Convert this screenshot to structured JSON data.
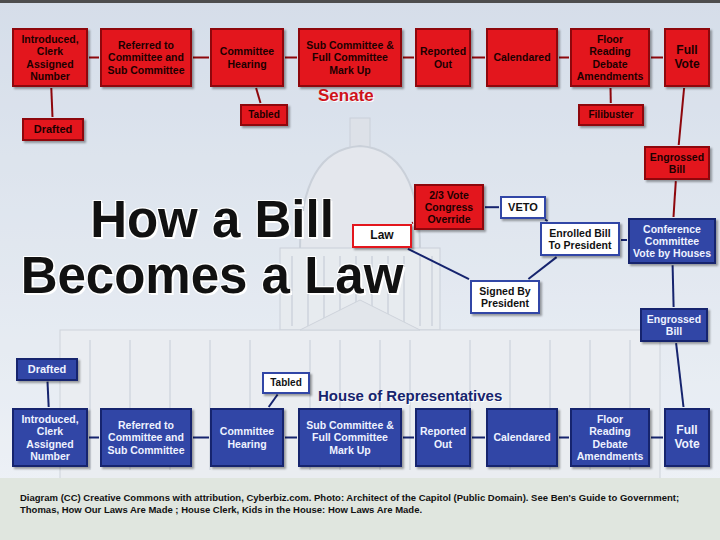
{
  "diagram": {
    "title": "How a Bill Becomes a Law",
    "caption": "Diagram (CC) Creative Commons with attribution, Cyberbiz.com. Photo: Architect of the Capitol (Public Domain). See Ben's Guide to Government; Thomas, How Our Laws Are Made ; House Clerk, Kids in the House: How Laws Are Made.",
    "nodes": [
      {
        "text": [
          "Introduced, Clerk Assigned Number"
        ]
      },
      {
        "text": [
          "Referred to Committee and Sub Committee"
        ]
      },
      {
        "text": [
          "Committee Hearing"
        ]
      },
      {
        "text": [
          "Sub Committee & Full Committee Mark Up"
        ]
      },
      {
        "text": [
          "Reported Out"
        ]
      },
      {
        "text": [
          "Calendared"
        ]
      },
      {
        "text": [
          "Floor Reading Debate Amendments"
        ]
      },
      {
        "text": [
          "Full Vote"
        ]
      },
      {
        "text": [
          "Tabled"
        ]
      },
      {
        "text": [
          "Drafted"
        ]
      },
      {
        "text": [
          "Filibuster"
        ]
      },
      {
        "text": [
          "Engrossed Bill"
        ]
      },
      {
        "text": [
          "2/3 Vote Congress Override"
        ]
      },
      {
        "text": [
          "VETO"
        ]
      },
      {
        "text": [
          "Law"
        ]
      },
      {
        "text": [
          "Enrolled Bill To President"
        ]
      },
      {
        "text": [
          "Conference Committee Vote by Houses"
        ]
      },
      {
        "text": [
          "Signed By President"
        ]
      },
      {
        "text": [
          "Engrossed Bill"
        ]
      },
      {
        "text": [
          "Drafted"
        ]
      },
      {
        "text": [
          "Tabled"
        ]
      },
      {
        "text": [
          "Introduced, Clerk Assigned Number"
        ]
      },
      {
        "text": [
          "Referred to Committee and Sub Committee"
        ]
      },
      {
        "text": [
          "Committee Hearing"
        ]
      },
      {
        "text": [
          "Sub Committee & Full Committee Mark Up"
        ]
      },
      {
        "text": [
          "Reported Out"
        ]
      },
      {
        "text": [
          "Calendared"
        ]
      },
      {
        "text": [
          "Floor Reading Debate Amendments"
        ]
      },
      {
        "text": [
          "Full Vote"
        ]
      }
    ],
    "edges": [
      {
        "from": 9,
        "to": 0,
        "arrow": "none"
      },
      {
        "from": 0,
        "to": 1,
        "arrow": "none"
      },
      {
        "from": 1,
        "to": 2,
        "arrow": "none"
      },
      {
        "from": 2,
        "to": 3,
        "arrow": "none"
      },
      {
        "from": 2,
        "to": 8,
        "arrow": "none"
      },
      {
        "from": 3,
        "to": 4,
        "arrow": "none"
      },
      {
        "from": 4,
        "to": 5,
        "arrow": "none"
      },
      {
        "from": 5,
        "to": 6,
        "arrow": "none"
      },
      {
        "from": 6,
        "to": 7,
        "arrow": "none"
      },
      {
        "from": 6,
        "to": 10,
        "arrow": "none"
      },
      {
        "from": 7,
        "to": 11,
        "arrow": "none"
      },
      {
        "from": 11,
        "to": 16,
        "arrow": "none"
      },
      {
        "from": 16,
        "to": 15,
        "arrow": "none"
      },
      {
        "from": 15,
        "to": 13,
        "arrow": "none"
      },
      {
        "from": 15,
        "to": 17,
        "arrow": "none"
      },
      {
        "from": 13,
        "to": 12,
        "arrow": "none"
      },
      {
        "from": 12,
        "to": 14,
        "arrow": "none"
      },
      {
        "from": 17,
        "to": 14,
        "arrow": "none"
      },
      {
        "from": 19,
        "to": 21,
        "arrow": "none"
      },
      {
        "from": 21,
        "to": 22,
        "arrow": "none"
      },
      {
        "from": 22,
        "to": 23,
        "arrow": "none"
      },
      {
        "from": 23,
        "to": 24,
        "arrow": "none"
      },
      {
        "from": 23,
        "to": 20,
        "arrow": "none"
      },
      {
        "from": 24,
        "to": 25,
        "arrow": "none"
      },
      {
        "from": 25,
        "to": 26,
        "arrow": "none"
      },
      {
        "from": 26,
        "to": 27,
        "arrow": "none"
      },
      {
        "from": 27,
        "to": 28,
        "arrow": "none"
      },
      {
        "from": 28,
        "to": 18,
        "arrow": "none"
      },
      {
        "from": 18,
        "to": 16,
        "arrow": "none"
      }
    ],
    "labels": [
      "Senate",
      "House of Representatives"
    ]
  }
}
